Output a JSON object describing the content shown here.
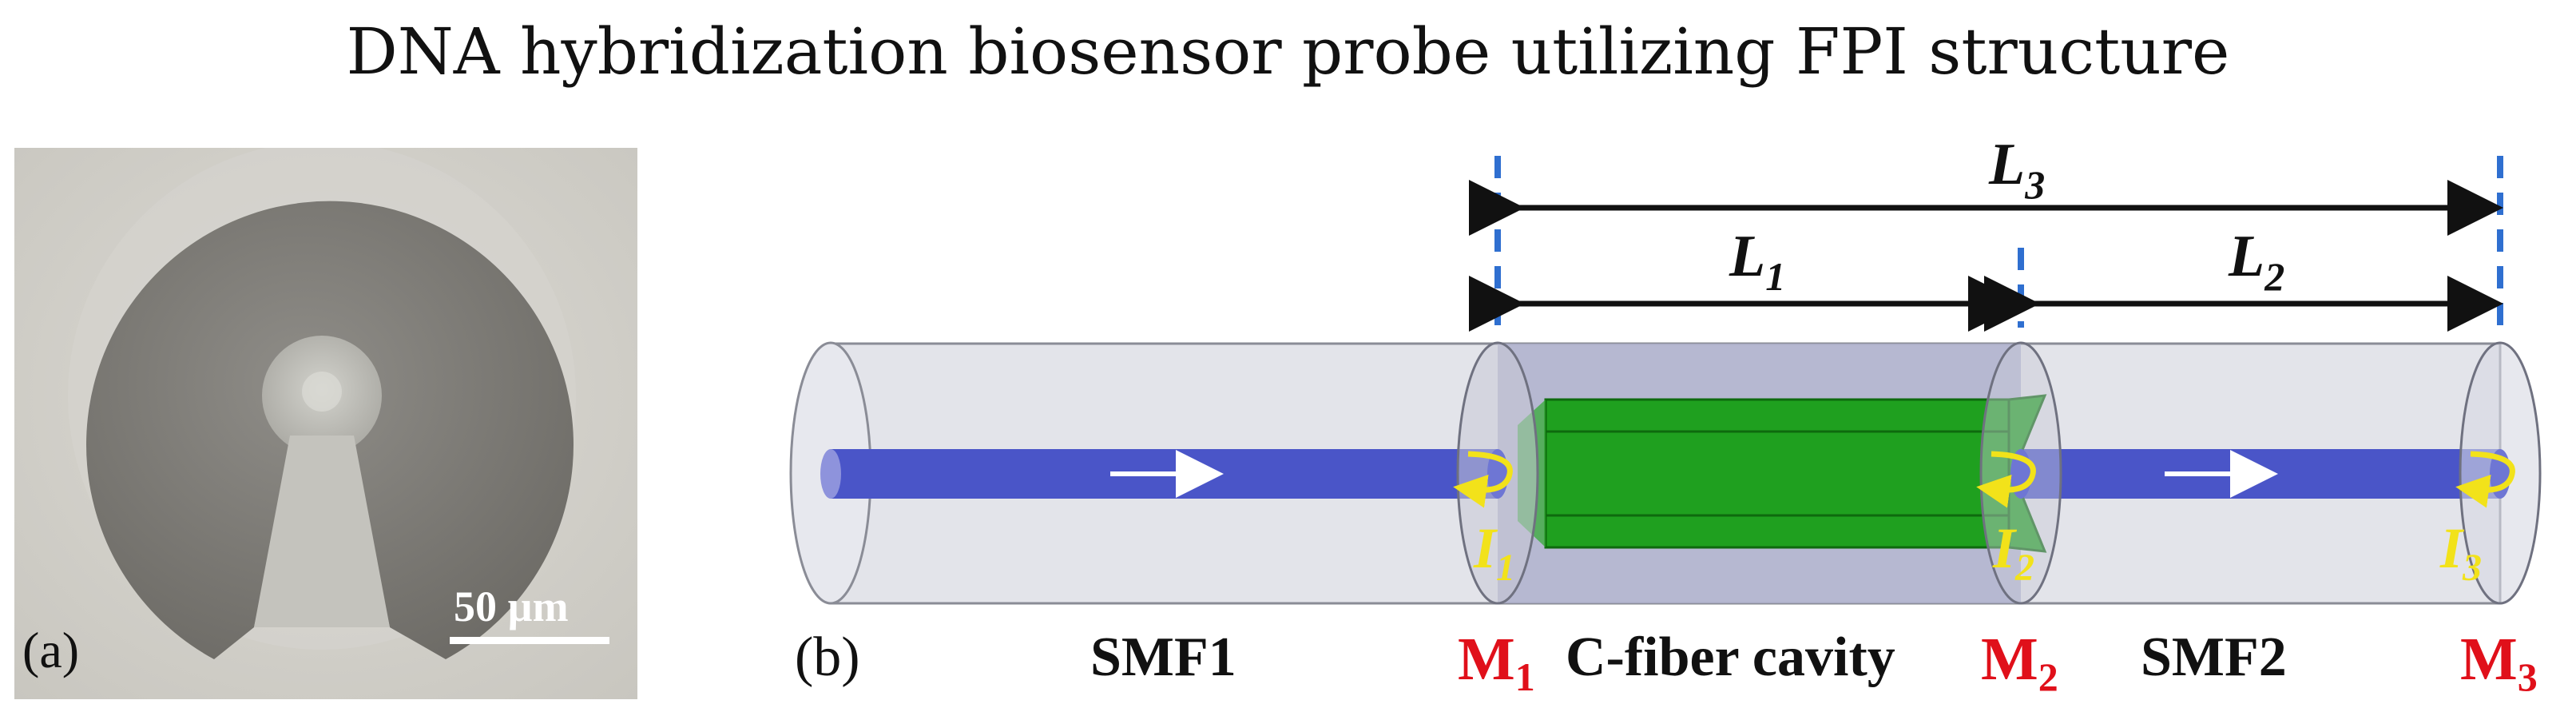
{
  "title": "DNA hybridization biosensor probe utilizing FPI structure",
  "panel_a": {
    "label": "(a)",
    "scale_bar": "50 µm"
  },
  "panel_b": {
    "label": "(b)",
    "lengths": {
      "L3": "L",
      "L3_sub": "3",
      "L1": "L",
      "L1_sub": "1",
      "L2": "L",
      "L2_sub": "2"
    },
    "intensities": {
      "I1": "I",
      "I1_sub": "1",
      "I2": "I",
      "I2_sub": "2",
      "I3": "I",
      "I3_sub": "3"
    },
    "mirrors": {
      "M1": "M",
      "M1_sub": "1",
      "M2": "M",
      "M2_sub": "2",
      "M3": "M",
      "M3_sub": "3"
    },
    "sections": {
      "smf1": "SMF1",
      "cavity": "C-fiber cavity",
      "smf2": "SMF2"
    },
    "colors": {
      "core": "#4a55c8",
      "cavity_fill": "#1fa01f",
      "mirror_text": "#e0101a",
      "reflect_arrow": "#f2e21a",
      "dash_line": "#2f6fd0"
    }
  }
}
